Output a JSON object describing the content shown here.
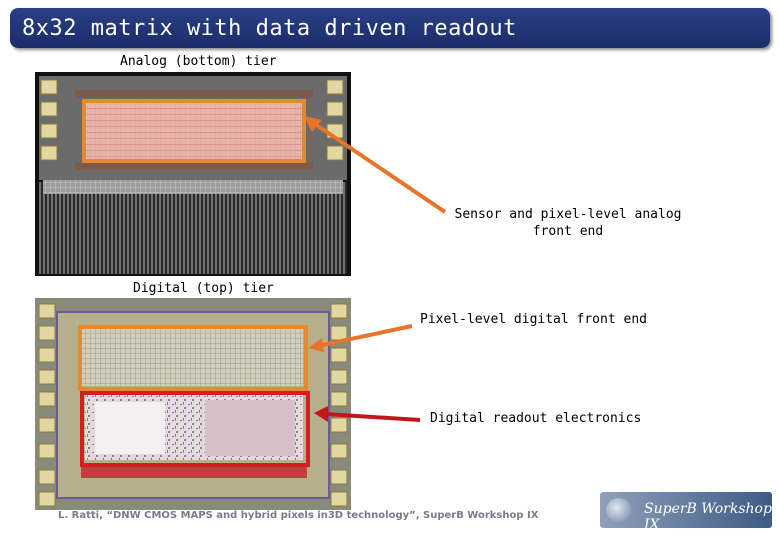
{
  "slide": {
    "title": "8x32 matrix with data driven readout",
    "analog_tier_label": "Analog (bottom) tier",
    "digital_tier_label": "Digital (top) tier",
    "callouts": {
      "sensor_analog": "Sensor and pixel-level analog front end",
      "pixel_digital": "Pixel-level digital front end",
      "digital_readout": "Digital readout electronics"
    },
    "footer": "L. Ratti, “DNW CMOS MAPS and hybrid pixels in3D technology”, SuperB Workshop IX",
    "logo_text": "SuperB Workshop IX"
  },
  "colors": {
    "title_bar": "#233680",
    "orange_arrow": "#e8732a",
    "red_arrow": "#c0161c",
    "orange_box": "#e58a2f",
    "red_box": "#d21f1f"
  }
}
